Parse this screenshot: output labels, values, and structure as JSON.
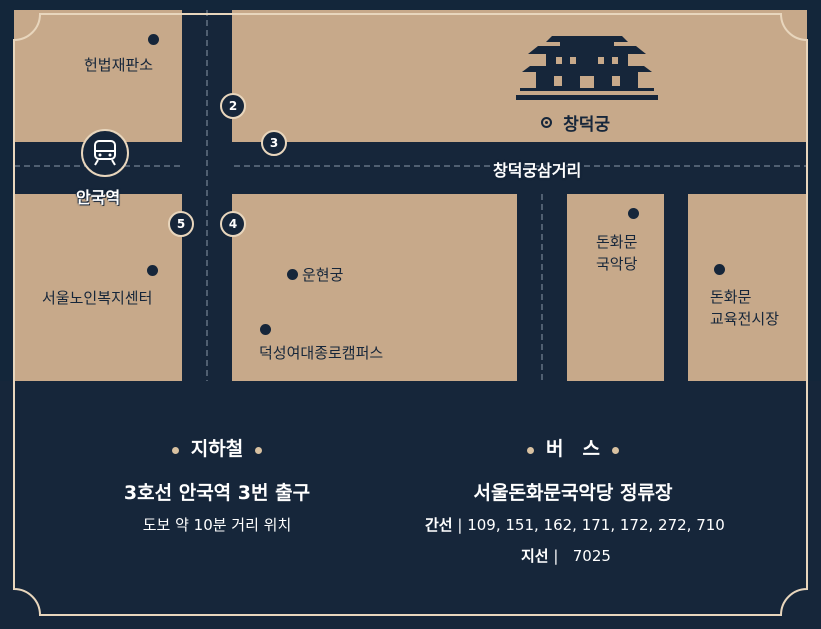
{
  "map": {
    "road_label": "창덕궁삼거리",
    "station_label": "안국역",
    "palace_label": "창덕궁",
    "exits": [
      "2",
      "3",
      "4",
      "5"
    ],
    "places": {
      "constitutional_court": "헌법재판소",
      "senior_welfare": "서울노인복지센터",
      "unhyeongung": "운현궁",
      "duksung": "덕성여대종로캠퍼스",
      "donhwamun_theater": [
        "돈화문",
        "국악당"
      ],
      "donhwamun_hall": [
        "돈화문",
        "교육전시장"
      ]
    }
  },
  "subway": {
    "title": "지하철",
    "main": "3호선 안국역 3번 출구",
    "sub": "도보 약 10분 거리 위치"
  },
  "bus": {
    "title": "버　스",
    "main": "서울돈화문국악당 정류장",
    "trunk_label": "간선",
    "trunk_routes": "| 109, 151, 162, 171, 172, 272, 710",
    "branch_label": "지선",
    "branch_routes": "|   7025"
  },
  "colors": {
    "navy": "#16263a",
    "sand": "#c7a98a",
    "frame": "#e8d6bd",
    "accent": "#d8c1a1"
  }
}
